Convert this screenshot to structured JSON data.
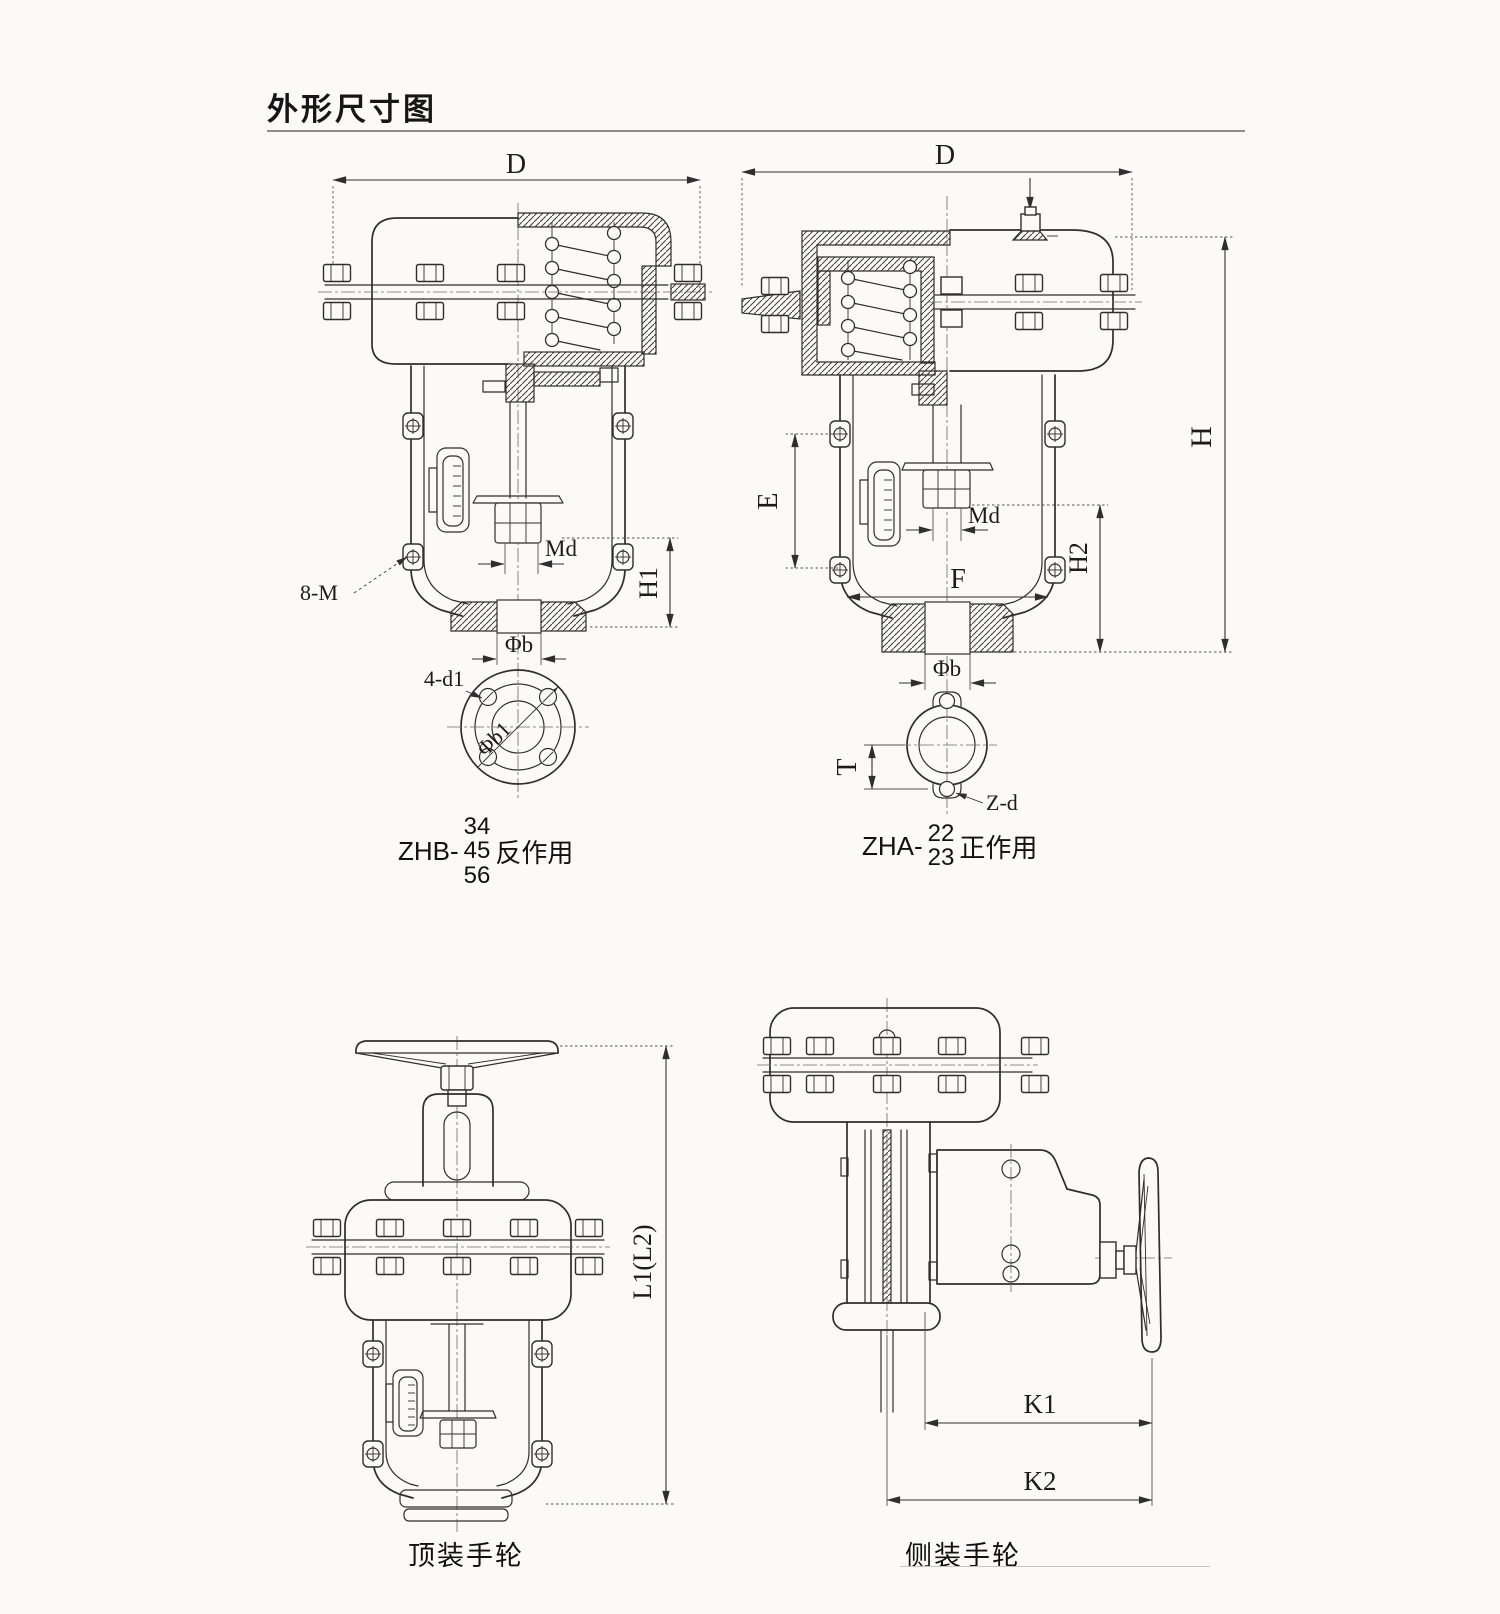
{
  "page": {
    "title": "外形尺寸图"
  },
  "colors": {
    "line": "#2e2e2e",
    "paper": "#fbfaf6"
  },
  "zhb": {
    "dim_d": "D",
    "dim_md": "Md",
    "dim_h1": "H1",
    "dim_phib": "Φb",
    "label_8m": "8-M",
    "label_4d1": "4-d1",
    "label_phib1": "Φb1",
    "caption": {
      "prefix": "ZHB-",
      "sizes": [
        "34",
        "45",
        "56"
      ],
      "suffix": "反作用"
    }
  },
  "zha": {
    "dim_d": "D",
    "dim_h": "H",
    "dim_e": "E",
    "dim_md": "Md",
    "dim_h2": "H2",
    "dim_f": "F",
    "dim_phib": "Φb",
    "dim_t": "T",
    "label_zd": "Z-d",
    "caption": {
      "prefix": "ZHA-",
      "sizes": [
        "22",
        "23"
      ],
      "suffix": "正作用"
    }
  },
  "top_handwheel": {
    "dim_l1l2": "L1(L2)",
    "caption": "顶装手轮"
  },
  "side_handwheel": {
    "dim_k1": "K1",
    "dim_k2": "K2",
    "caption": "侧装手轮"
  }
}
